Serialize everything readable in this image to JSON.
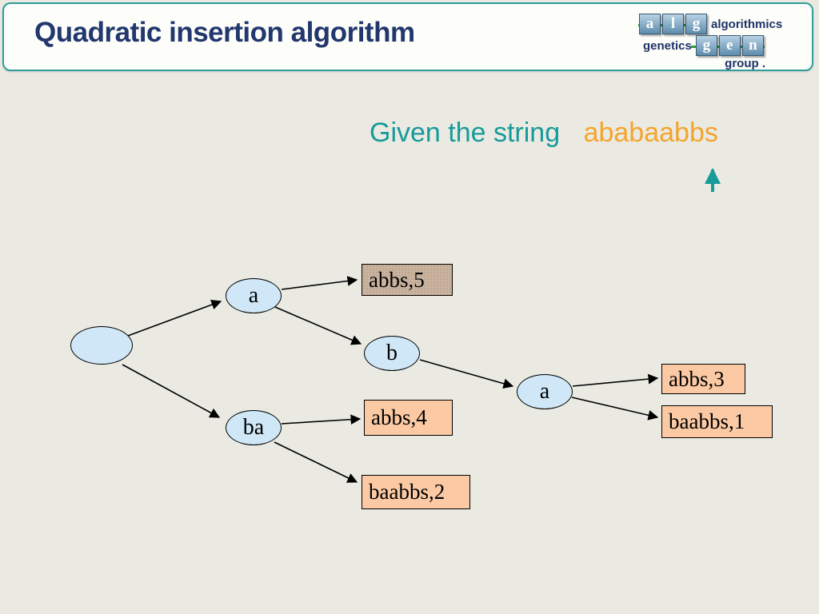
{
  "slide": {
    "title": "Quadratic insertion algorithm",
    "given_label": "Given the string",
    "given_string": "ababaabbs"
  },
  "logo": {
    "row1_letters": [
      "a",
      "l",
      "g"
    ],
    "row1_text": "algorithmics",
    "row2_text": "genetics",
    "row2_letters": [
      "g",
      "e",
      "n"
    ],
    "row3_text": "group ."
  },
  "tree": {
    "nodes": [
      {
        "id": "root",
        "label": ""
      },
      {
        "id": "a",
        "label": "a"
      },
      {
        "id": "b",
        "label": "b"
      },
      {
        "id": "ba",
        "label": "ba"
      },
      {
        "id": "a-right",
        "label": "a"
      }
    ],
    "leaves": [
      {
        "id": "abbs-5",
        "label": "abbs,5"
      },
      {
        "id": "abbs-4",
        "label": "abbs,4"
      },
      {
        "id": "baabbs-2",
        "label": "baabbs,2"
      },
      {
        "id": "abbs-3",
        "label": "abbs,3"
      },
      {
        "id": "baabbs-1",
        "label": "baabbs,1"
      }
    ]
  },
  "colors": {
    "teal": "#189a9a",
    "orange": "#f5a42b",
    "title_navy": "#21376d",
    "node_fill": "#cfe7f6",
    "leaf_fill": "#fbc9a4",
    "leaf_highlight_fill": "#c9b39e",
    "edge_color": "#000000"
  }
}
